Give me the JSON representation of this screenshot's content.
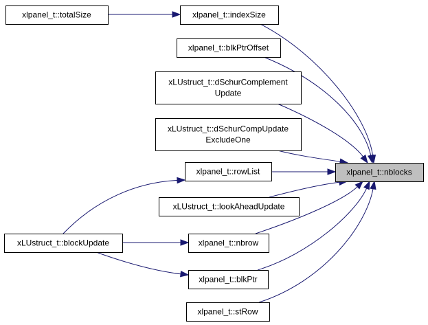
{
  "graph": {
    "edge_color": "#191970",
    "focus_fill": "#bfbfbf",
    "nodes": {
      "totalSize": {
        "lines": [
          "xlpanel_t::totalSize"
        ]
      },
      "indexSize": {
        "lines": [
          "xlpanel_t::indexSize"
        ]
      },
      "blkPtrOffset": {
        "lines": [
          "xlpanel_t::blkPtrOffset"
        ]
      },
      "dSchurComplementUpdate": {
        "lines": [
          "xLUstruct_t::dSchurComplement",
          "Update"
        ]
      },
      "dSchurCompUpdateExcludeOne": {
        "lines": [
          "xLUstruct_t::dSchurCompUpdate",
          "ExcludeOne"
        ]
      },
      "rowList": {
        "lines": [
          "xlpanel_t::rowList"
        ]
      },
      "lookAheadUpdate": {
        "lines": [
          "xLUstruct_t::lookAheadUpdate"
        ]
      },
      "blockUpdate": {
        "lines": [
          "xLUstruct_t::blockUpdate"
        ]
      },
      "nbrow": {
        "lines": [
          "xlpanel_t::nbrow"
        ]
      },
      "blkPtr": {
        "lines": [
          "xlpanel_t::blkPtr"
        ]
      },
      "stRow": {
        "lines": [
          "xlpanel_t::stRow"
        ]
      },
      "nblocks": {
        "lines": [
          "xlpanel_t::nblocks"
        ],
        "focus": true
      }
    },
    "edges": [
      {
        "from": "totalSize",
        "to": "indexSize"
      },
      {
        "from": "indexSize",
        "to": "nblocks"
      },
      {
        "from": "blkPtrOffset",
        "to": "nblocks"
      },
      {
        "from": "dSchurComplementUpdate",
        "to": "nblocks"
      },
      {
        "from": "dSchurCompUpdateExcludeOne",
        "to": "nblocks"
      },
      {
        "from": "rowList",
        "to": "nblocks"
      },
      {
        "from": "lookAheadUpdate",
        "to": "nblocks"
      },
      {
        "from": "nbrow",
        "to": "nblocks"
      },
      {
        "from": "blkPtr",
        "to": "nblocks"
      },
      {
        "from": "stRow",
        "to": "nblocks"
      },
      {
        "from": "blockUpdate",
        "to": "rowList"
      },
      {
        "from": "blockUpdate",
        "to": "nbrow"
      },
      {
        "from": "blockUpdate",
        "to": "blkPtr"
      }
    ]
  }
}
